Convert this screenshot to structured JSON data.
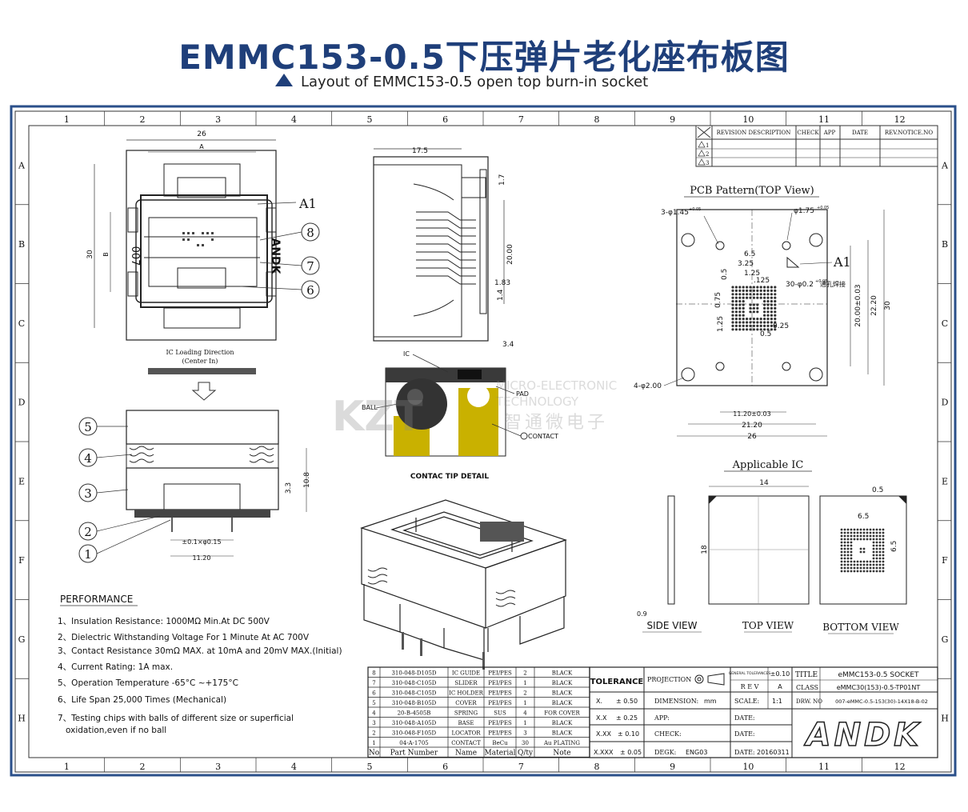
{
  "header": {
    "title": "EMMC153-0.5下压弹片老化座布板图",
    "subtitle": "Layout of EMMC153-0.5 open top burn-in socket"
  },
  "grid": {
    "columns": [
      "1",
      "2",
      "3",
      "4",
      "5",
      "6",
      "7",
      "8",
      "9",
      "10",
      "11",
      "12"
    ],
    "rows": [
      "A",
      "B",
      "C",
      "D",
      "E",
      "F",
      "G",
      "H"
    ]
  },
  "revision_block": {
    "headers": [
      "REVISION DESCRIPTION",
      "CHECK",
      "APP",
      "DATE",
      "REV.NOTICE.NO"
    ],
    "rows": [
      "1",
      "2",
      "3"
    ]
  },
  "top_view": {
    "dim_width": "26",
    "dim_a": "A",
    "dim_height": "30",
    "dim_b": "B",
    "label_a1": "A1",
    "callouts": [
      "8",
      "7",
      "6"
    ],
    "marking": "ANDK",
    "marking2": "007",
    "loading_direction": "IC Loading Direction",
    "loading_sub": "(Center In)"
  },
  "side_view_right": {
    "dim_17_5": "17.5",
    "dim_1_7": "1.7",
    "dim_20": "20.00",
    "dim_1_83": "1.83",
    "dim_1_4": "1.4",
    "dim_3_4": "3.4"
  },
  "front_view": {
    "callouts": [
      "5",
      "4",
      "3",
      "2",
      "1"
    ],
    "dim_3_3": "3.3",
    "dim_10_8": "10.8",
    "dim_tol": "±0.1×φ0.15",
    "dim_11_20": "11.20"
  },
  "contact_detail": {
    "labels": [
      "IC",
      "PAD",
      "BALL",
      "CONTACT"
    ],
    "caption": "CONTAC TIP DETAIL",
    "watermark_line1": "MICRO-ELECTRONIC",
    "watermark_line2": "TECHNOLOGY",
    "watermark_cn": "智通微电子"
  },
  "pcb_pattern": {
    "title": "PCB Pattern(TOP View)",
    "hole_small": "3-φ1.45",
    "hole_small_tol": "+0.05",
    "hole_175": "φ1.75",
    "hole_175_tol": "+0.05",
    "label_a1": "A1",
    "dim_6_5": "6.5",
    "dim_3_25": "3.25",
    "dim_1_25": "1.25",
    "dim_125": ".125",
    "dim_0_5": "0.5",
    "holes_30": "30-φ0.2",
    "holes_30_tol": "+0.05",
    "holes_30_note": "通孔焊接",
    "dim_0_75": "0.75",
    "dim_1_25b": "1.25",
    "dim_0_25": "0.25",
    "dim_0_5b": "0.5",
    "dim_20": "20.00±0.03",
    "dim_22_2": "22.20",
    "dim_30": "30",
    "hole_big": "4-φ2.00",
    "dim_11_2": "11.20±0.03",
    "dim_21_2": "21.20",
    "dim_26": "26"
  },
  "applicable_ic": {
    "title": "Applicable IC",
    "dim_14": "14",
    "dim_18": "18",
    "dim_0_9": "0.9",
    "dim_0_5": "0.5",
    "dim_6_5a": "6.5",
    "dim_6_5b": "6.5",
    "side_view": "SIDE VIEW",
    "top_view": "TOP VIEW",
    "bottom_view": "BOTTOM VIEW"
  },
  "performance": {
    "title": "PERFORMANCE",
    "items": [
      "1、Insulation Resistance: 1000MΩ Min.At DC 500V",
      "2、Dielectric Withstanding Voltage For 1 Minute At AC 700V",
      "3、Contact Resistance 30mΩ MAX. at 10mA and 20mV MAX.(Initial)",
      "4、Current Rating: 1A max.",
      "5、Operation Temperature -65°C ~+175°C",
      "6、Life Span 25,000 Times (Mechanical)",
      "7、Testing chips with balls of different size or superficial",
      "   oxidation,even if no ball"
    ]
  },
  "bom": {
    "headers": [
      "No",
      "Part Number",
      "Name",
      "Material",
      "Q/ty",
      "Note"
    ],
    "rows": [
      [
        "8",
        "310-048-D105D",
        "IC GUIDE",
        "PEI/PES",
        "2",
        "BLACK"
      ],
      [
        "7",
        "310-048-C105D",
        "SLIDER",
        "PEI/PES",
        "1",
        "BLACK"
      ],
      [
        "6",
        "310-048-C105D",
        "IC HOLDER",
        "PEI/PES",
        "2",
        "BLACK"
      ],
      [
        "5",
        "310-048-B105D",
        "COVER",
        "PEI/PES",
        "1",
        "BLACK"
      ],
      [
        "4",
        "20-B-4505B",
        "SPRING",
        "SUS",
        "4",
        "FOR COVER"
      ],
      [
        "3",
        "310-048-A105D",
        "BASE",
        "PEI/PES",
        "1",
        "BLACK"
      ],
      [
        "2",
        "310-048-F105D",
        "LOCATOR",
        "PEI/PES",
        "3",
        "BLACK"
      ],
      [
        "1",
        "04-A-1705",
        "CONTACT",
        "BeCu",
        "30",
        "Au PLATING"
      ]
    ]
  },
  "title_block": {
    "tolerance": "TOLERANCE",
    "tol_rows": [
      [
        "X.",
        "± 0.50"
      ],
      [
        "X.X",
        "± 0.25"
      ],
      [
        "X.XX",
        "± 0.10"
      ],
      [
        "X.XXX",
        "± 0.05"
      ]
    ],
    "projection": "PROJECTION",
    "general_tol": "GENERAL TOLERANCES",
    "general_val": "±0.10",
    "rev": "R E V",
    "rev_val": "A",
    "dimension": "DIMENSION:",
    "dimension_val": "mm",
    "scale": "SCALE:",
    "scale_val": "1:1",
    "app": "APP:",
    "check": "CHECK:",
    "degk": "DEGK:",
    "degk_val": "ENG03",
    "date": "DATE:",
    "date_val": "20160311",
    "title_label": "TITLE",
    "title_val": "eMMC153-0.5 SOCKET",
    "class_label": "CLASS",
    "class_val": "eMMC30(153)-0.5-TP01NT",
    "drw_label": "DRW. NO",
    "drw_val": "007-eMMC-0.5-153(30)-14X18-B-02",
    "logo": "ANDK"
  }
}
